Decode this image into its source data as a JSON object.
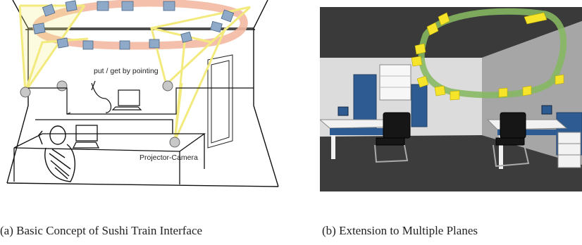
{
  "panel_a": {
    "annotation_pointing": "put / get by pointing",
    "annotation_projector": "Projector-Camera",
    "caption": "(a) Basic Concept of Sushi Train Interface",
    "colors": {
      "projection_beam": "#f3ea7e",
      "loop_path": "#f3b9a2",
      "card": "#8fa9c8",
      "lens": "#c8c8c8",
      "ink": "#111111"
    }
  },
  "panel_b": {
    "caption": "(b) Extension to Multiple Planes",
    "colors": {
      "ceiling": "#3a3a3a",
      "floor": "#3c3c3c",
      "wall_left": "#dfdfdf",
      "wall_right": "#a8a8a8",
      "loop_path": "#86b861",
      "card": "#f5e42a",
      "cabinet": "#2d5b92",
      "desk": "#f2f2f2"
    }
  }
}
